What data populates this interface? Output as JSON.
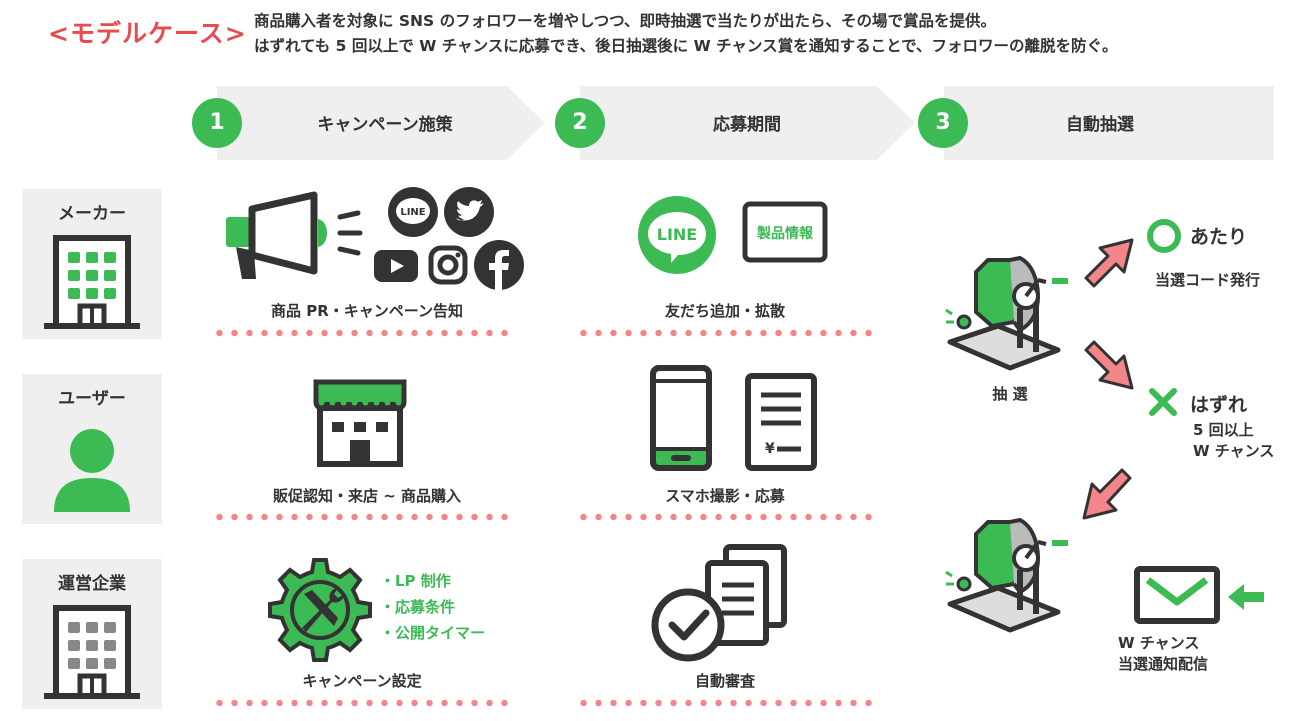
{
  "title": "<モデルケース>",
  "intro": [
    "商品購入者を対象に SNS のフォロワーを増やしつつ、即時抽選で当たりが出たら、その場で賞品を提供。",
    "はずれても 5 回以上で W チャンスに応募でき、後日抽選後に W チャンス賞を通知することで、フォロワーの離脱を防ぐ。"
  ],
  "steps": [
    {
      "num": "1",
      "label": "キャンペーン施策"
    },
    {
      "num": "2",
      "label": "応募期間"
    },
    {
      "num": "3",
      "label": "自動抽選"
    }
  ],
  "roles": [
    "メーカー",
    "ユーザー",
    "運営企業"
  ],
  "cells": {
    "maker_campaign": "商品 PR・キャンペーン告知",
    "maker_period": "友だち追加・拡散",
    "user_campaign": "販促認知・来店 ~ 商品購入",
    "user_period": "スマホ撮影・応募",
    "ops_campaign": "キャンペーン設定",
    "ops_period": "自動審査"
  },
  "icon_labels": {
    "line": "LINE",
    "product_info": "製品情報",
    "yen": "¥"
  },
  "settings_list": [
    "・LP 制作",
    "・応募条件",
    "・公開タイマー"
  ],
  "lottery": {
    "draw_label": "抽 選",
    "win_label": "あたり",
    "win_sub": "当選コード発行",
    "lose_label": "はずれ",
    "lose_sub": [
      "5 回以上",
      "W チャンス"
    ],
    "wchance_notice": [
      "W チャンス",
      "当選通知配信"
    ]
  },
  "colors": {
    "accent": "#3cba54",
    "title": "#e84a4f",
    "arrow": "#f2868a",
    "gray": "#efefef",
    "dark": "#333333"
  }
}
